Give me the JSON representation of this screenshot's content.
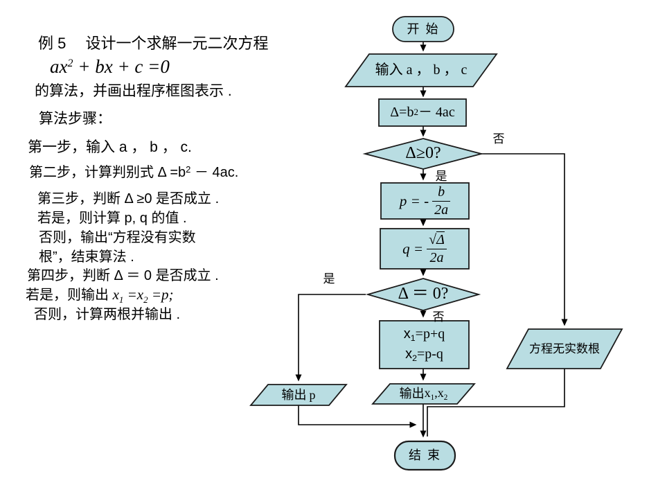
{
  "colors": {
    "shape_fill": "#b9dde2",
    "stroke": "#1b1b1b"
  },
  "left_text": {
    "line1": "例 5　 设计一个求解一元二次方程",
    "equation": {
      "base": "ax",
      "sup": "2",
      "rest": " + bx + c =0"
    },
    "line2": "的算法，并画出程序框图表示 .",
    "line3": "算法步骤：",
    "step1": "第一步，输入 a ， b ， c.",
    "step2": {
      "prefix": "第二步，计算判别式 Δ =b",
      "sup": "2",
      "suffix": " － 4ac."
    },
    "step3a": "第三步，判断 Δ ≥0 是否成立 .",
    "step3b": "若是，则计算 p, q 的值 .",
    "step3c": "否则，输出“方程没有实数",
    "step3d": "根”，结束算法 .",
    "step4a": "第四步，判断 Δ ＝ 0 是否成立 .",
    "step4b": {
      "prefix": "若是，则输出  ",
      "x1base": "x",
      "sub1": "1",
      "mid": " =x",
      "sub2": "2",
      "end": " =p;"
    },
    "step4c": "否则，计算两根并输出 ."
  },
  "flowchart": {
    "start_label": "开 始",
    "input_label": "输入 a ， b ， c",
    "delta_box": {
      "base": "Δ=b",
      "sup": "2",
      "rest": " － 4ac"
    },
    "cond1_label": "Δ≥0?",
    "cond1_no": "否",
    "cond1_yes": "是",
    "p_box": {
      "lhs": "p = -",
      "num": "b",
      "den": "2a"
    },
    "q_box": {
      "lhs": "q =",
      "rad": "√",
      "radicand": "Δ",
      "den": "2a"
    },
    "cond2_label": "Δ ＝ 0?",
    "cond2_yes": "是",
    "cond2_no": "否",
    "roots_box": {
      "x": "x",
      "sub1": "1",
      "line1_rest": "=p+q",
      "sub2": "2",
      "line2_rest": "=p-q"
    },
    "output_p": {
      "prefix": "输出",
      "var": "p"
    },
    "output_x": {
      "prefix": "输出 ",
      "x": "x",
      "sub1": "1",
      "comma": ",x",
      "sub2": "2"
    },
    "no_real_label": "方程无实数根",
    "end_label": "结 束"
  }
}
